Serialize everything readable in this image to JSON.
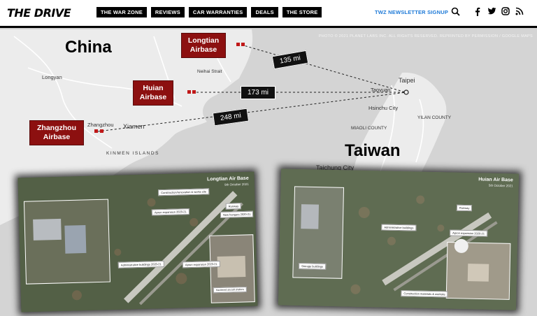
{
  "header": {
    "logo": "THE DRIVE",
    "nav": [
      "THE WAR ZONE",
      "REVIEWS",
      "CAR WARRANTIES",
      "DEALS",
      "THE STORE"
    ],
    "newsletter": "TWZ NEWSLETTER SIGNUP",
    "icons": [
      "search-icon",
      "facebook-icon",
      "twitter-icon",
      "instagram-icon",
      "rss-icon"
    ]
  },
  "map": {
    "copyright": "PHOTO © 2021 PLANET LABS INC. ALL RIGHTS RESERVED. REPRINTED BY PERMISSION / GOOGLE MAPS",
    "countries": {
      "china": "China",
      "taiwan": "Taiwan"
    },
    "cities": {
      "longyan": "Longyan",
      "zhangzhou": "Zhangzhou",
      "xiamen": "Xiamen",
      "taipei": "Taipei",
      "taoyuan": "Taoyuan",
      "hsinchu": "Hsinchu City",
      "miaoli": "MIAOLI COUNTY",
      "yilan": "YILAN COUNTY",
      "kinmen": "KINMEN ISLANDS",
      "taichung": "Taichung City",
      "nehai": "Neihai Strait"
    },
    "airbases": [
      {
        "name": "Longtian Airbase"
      },
      {
        "name": "Huian Airbase"
      },
      {
        "name": "Zhangzhou Airbase"
      }
    ],
    "distances": [
      "135 mi",
      "173 mi",
      "248 mi"
    ]
  },
  "images": {
    "left": {
      "title": "Longtian Air Base",
      "date": "9th October 2021",
      "labels": [
        "Construction/renovation & works site",
        "Apron expansion 2020-21",
        "New hangars 2020-21",
        "Runway",
        "Administrative buildings 2020-21",
        "Apron expansion 2020-21",
        "Hardened aircraft shelters"
      ]
    },
    "right": {
      "title": "Huian Air Base",
      "date": "5th October 2021",
      "labels": [
        "Administrative buildings",
        "Runway",
        "Apron expansion 2020-21",
        "Construction materials & worksite",
        "Storage buildings"
      ]
    }
  }
}
